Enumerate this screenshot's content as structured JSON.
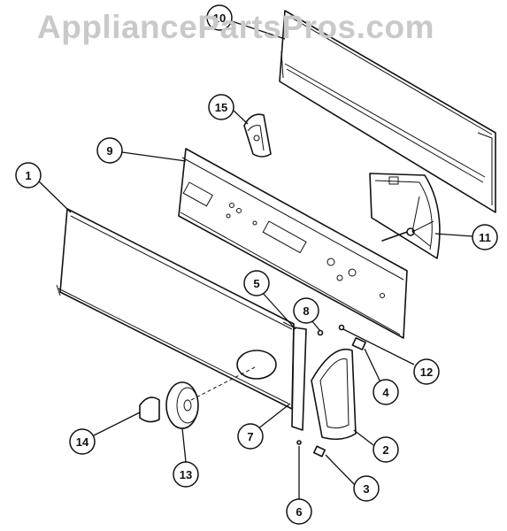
{
  "watermark": "AppliancePartsPros.com",
  "callouts": [
    {
      "id": "c1",
      "label": "1"
    },
    {
      "id": "c2",
      "label": "2"
    },
    {
      "id": "c3",
      "label": "3"
    },
    {
      "id": "c4",
      "label": "4"
    },
    {
      "id": "c5",
      "label": "5"
    },
    {
      "id": "c6",
      "label": "6"
    },
    {
      "id": "c7",
      "label": "7"
    },
    {
      "id": "c8",
      "label": "8"
    },
    {
      "id": "c9",
      "label": "9"
    },
    {
      "id": "c10",
      "label": "10"
    },
    {
      "id": "c11",
      "label": "11"
    },
    {
      "id": "c12",
      "label": "12"
    },
    {
      "id": "c13",
      "label": "13"
    },
    {
      "id": "c14",
      "label": "14"
    },
    {
      "id": "c15",
      "label": "15"
    }
  ]
}
